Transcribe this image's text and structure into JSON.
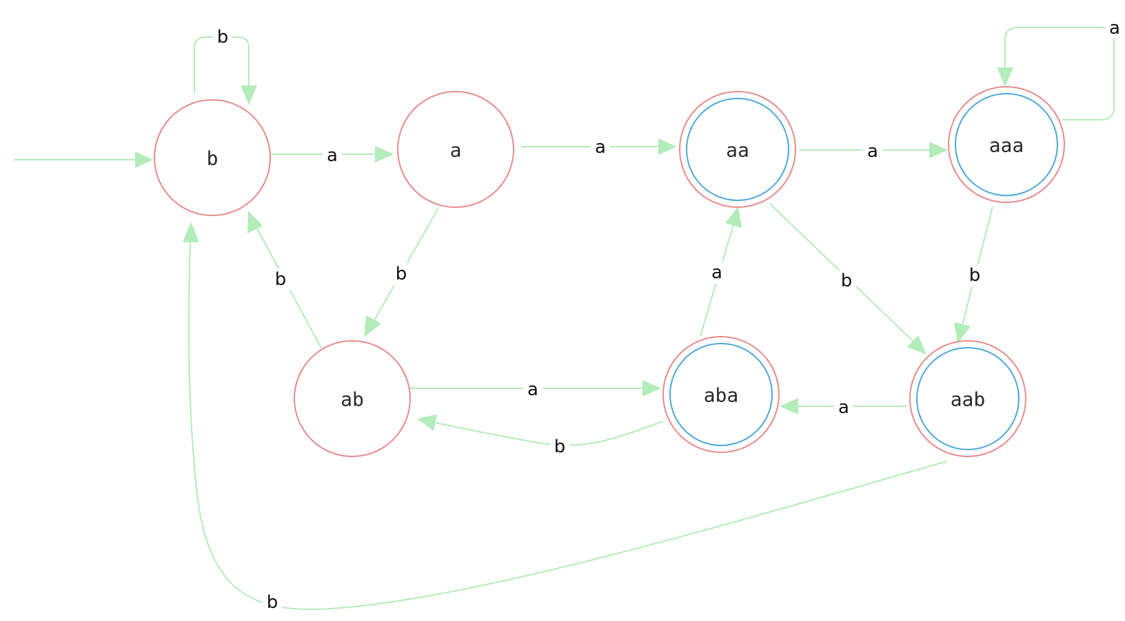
{
  "diagram": {
    "states": [
      {
        "id": "b",
        "label": "b",
        "accepting": false
      },
      {
        "id": "a",
        "label": "a",
        "accepting": false
      },
      {
        "id": "aa",
        "label": "aa",
        "accepting": true
      },
      {
        "id": "aaa",
        "label": "aaa",
        "accepting": true
      },
      {
        "id": "ab",
        "label": "ab",
        "accepting": false
      },
      {
        "id": "aba",
        "label": "aba",
        "accepting": true
      },
      {
        "id": "aab",
        "label": "aab",
        "accepting": true
      }
    ],
    "initial_state": "b",
    "transitions": [
      {
        "from": "b",
        "to": "b",
        "symbol": "b"
      },
      {
        "from": "b",
        "to": "a",
        "symbol": "a"
      },
      {
        "from": "a",
        "to": "aa",
        "symbol": "a"
      },
      {
        "from": "a",
        "to": "ab",
        "symbol": "b"
      },
      {
        "from": "aa",
        "to": "aaa",
        "symbol": "a"
      },
      {
        "from": "aa",
        "to": "aab",
        "symbol": "b"
      },
      {
        "from": "aaa",
        "to": "aaa",
        "symbol": "a"
      },
      {
        "from": "aaa",
        "to": "aab",
        "symbol": "b"
      },
      {
        "from": "ab",
        "to": "b",
        "symbol": "b"
      },
      {
        "from": "ab",
        "to": "aba",
        "symbol": "a"
      },
      {
        "from": "aba",
        "to": "aa",
        "symbol": "a"
      },
      {
        "from": "aba",
        "to": "ab",
        "symbol": "b"
      },
      {
        "from": "aab",
        "to": "aba",
        "symbol": "a"
      },
      {
        "from": "aab",
        "to": "b",
        "symbol": "b"
      }
    ],
    "colors": {
      "state_stroke": "#e88a8a",
      "accepting_inner_stroke": "#4ea6dc",
      "edge": "#b2ecb8",
      "label_text": "#111111"
    }
  }
}
